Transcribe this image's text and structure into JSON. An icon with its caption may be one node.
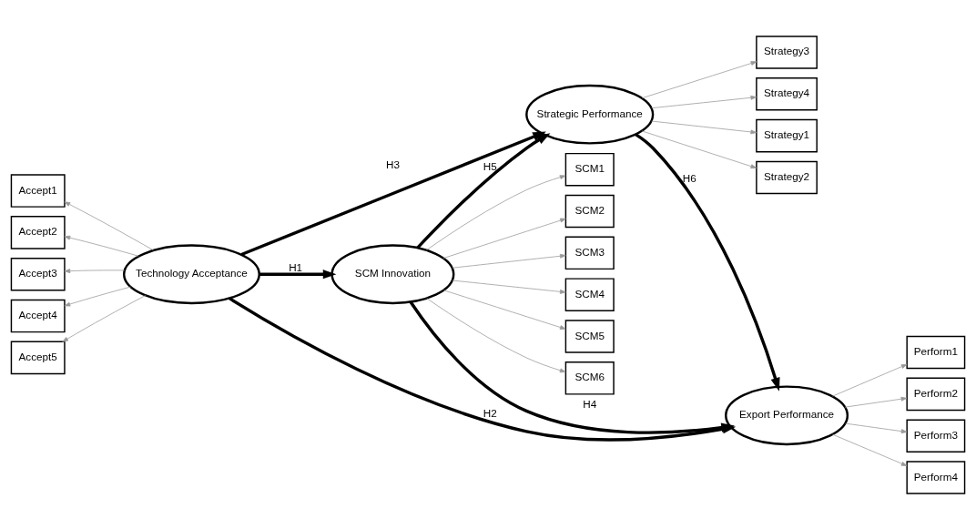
{
  "diagram": {
    "nodes": [
      {
        "text": [
          "SCM1"
        ]
      },
      {
        "text": [
          "SCM2"
        ]
      },
      {
        "text": [
          "SCM3"
        ]
      },
      {
        "text": [
          "SCM4"
        ]
      },
      {
        "text": [
          "SCM5"
        ]
      },
      {
        "text": [
          "SCM6"
        ]
      },
      {
        "text": [
          "SCM Innovation"
        ]
      },
      {
        "text": [
          "Perform1"
        ]
      },
      {
        "text": [
          "Perform2"
        ]
      },
      {
        "text": [
          "Perform3"
        ]
      },
      {
        "text": [
          "Perform4"
        ]
      },
      {
        "text": [
          "Accept1"
        ]
      },
      {
        "text": [
          "Accept2"
        ]
      },
      {
        "text": [
          "Accept3"
        ]
      },
      {
        "text": [
          "Accept4"
        ]
      },
      {
        "text": [
          "Accept5"
        ]
      },
      {
        "text": [
          "Export Performance"
        ]
      },
      {
        "text": [
          "Technology Acceptance"
        ]
      },
      {
        "text": [
          "Strategic Performance"
        ]
      },
      {
        "text": [
          "Strategy1"
        ]
      },
      {
        "text": [
          "Strategy2"
        ]
      },
      {
        "text": [
          "Strategy3"
        ]
      },
      {
        "text": [
          "Strategy4"
        ]
      }
    ],
    "edges": [
      {
        "from": 6,
        "to": 0,
        "arrow": "to"
      },
      {
        "from": 6,
        "to": 1,
        "arrow": "to"
      },
      {
        "from": 6,
        "to": 2,
        "arrow": "to"
      },
      {
        "from": 6,
        "to": 3,
        "arrow": "to"
      },
      {
        "from": 6,
        "to": 4,
        "arrow": "to"
      },
      {
        "from": 6,
        "to": 5,
        "arrow": "to"
      },
      {
        "from": 16,
        "to": 7,
        "arrow": "to"
      },
      {
        "from": 16,
        "to": 8,
        "arrow": "to"
      },
      {
        "from": 16,
        "to": 9,
        "arrow": "to"
      },
      {
        "from": 16,
        "to": 10,
        "arrow": "to"
      },
      {
        "from": 17,
        "to": 11,
        "arrow": "to"
      },
      {
        "from": 17,
        "to": 12,
        "arrow": "to"
      },
      {
        "from": 17,
        "to": 13,
        "arrow": "to"
      },
      {
        "from": 17,
        "to": 14,
        "arrow": "to"
      },
      {
        "from": 17,
        "to": 15,
        "arrow": "to"
      },
      {
        "from": 18,
        "to": 19,
        "arrow": "to"
      },
      {
        "from": 18,
        "to": 20,
        "arrow": "to"
      },
      {
        "from": 18,
        "to": 21,
        "arrow": "to"
      },
      {
        "from": 18,
        "to": 22,
        "arrow": "to"
      },
      {
        "from": 17,
        "to": 6,
        "arrow": "to",
        "label": "H1",
        "style": "thick",
        "color": "#000000"
      },
      {
        "from": 17,
        "to": 16,
        "arrow": "to",
        "label": "H2",
        "style": "thick",
        "color": "#000000"
      },
      {
        "from": 17,
        "to": 18,
        "arrow": "to",
        "label": "H3",
        "style": "thick",
        "color": "#000000"
      },
      {
        "from": 6,
        "to": 16,
        "arrow": "to",
        "label": "H4",
        "style": "thick",
        "color": "#000000"
      },
      {
        "from": 6,
        "to": 18,
        "arrow": "to",
        "label": "H5",
        "style": "thick",
        "color": "#000000"
      },
      {
        "from": 18,
        "to": 16,
        "arrow": "to",
        "label": "H6",
        "style": "thick",
        "color": "#000000"
      }
    ]
  }
}
